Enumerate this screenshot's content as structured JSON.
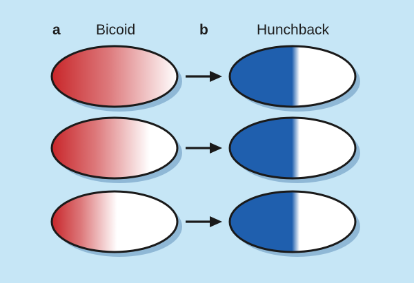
{
  "panels": {
    "a": {
      "letter": "a",
      "title": "Bicoid"
    },
    "b": {
      "letter": "b",
      "title": "Hunchback"
    }
  },
  "colors": {
    "background": "#c6e6f6",
    "shadow": "#8fb8d6",
    "outline": "#1a1a1a",
    "bicoid": "#c8262a",
    "hunchback": "#1f5fae",
    "arrow": "#1a1a1a"
  },
  "rows": [
    {
      "bicoid_gradient_extent": 1.0,
      "hunchback_boundary": 0.5
    },
    {
      "bicoid_gradient_extent": 0.78,
      "hunchback_boundary": 0.5
    },
    {
      "bicoid_gradient_extent": 0.52,
      "hunchback_boundary": 0.5
    }
  ]
}
